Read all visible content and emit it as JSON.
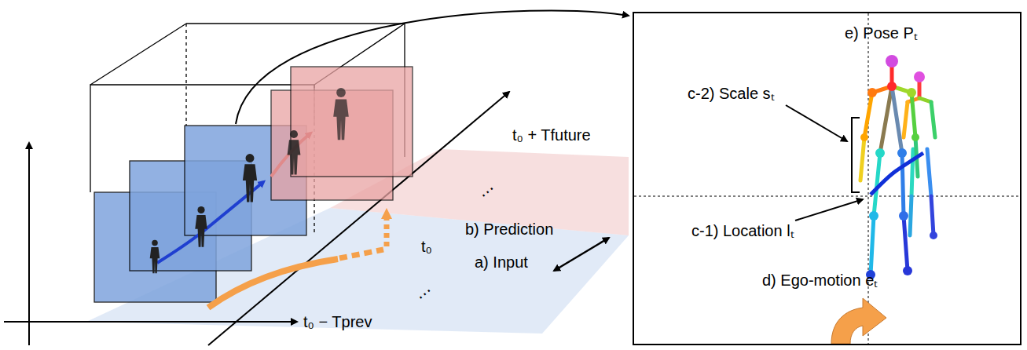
{
  "diagram": {
    "nodes": [
      {
        "text": [
          "e) Pose Pₜ",
          "c-2) Scale sₜ",
          "c-1) Location lₜ",
          "d) Ego-motion eₜ"
        ]
      }
    ],
    "labels": [
      "t₀ + Tfuture",
      "⋯",
      "b) Prediction",
      "t₀",
      "a) Input",
      "⋯",
      "t₀ − Tprev"
    ]
  }
}
